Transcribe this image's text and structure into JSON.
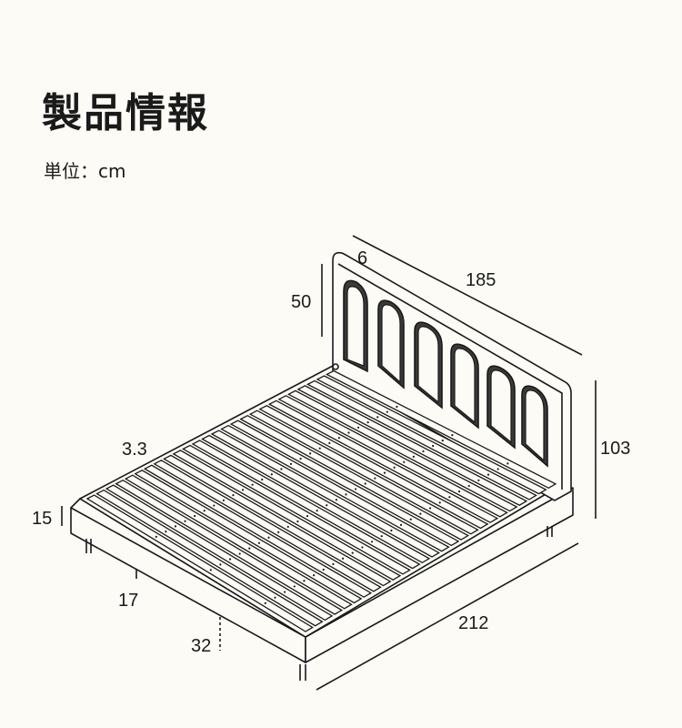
{
  "header": {
    "title": "製品情報",
    "unit_label": "単位：cm"
  },
  "dimensions": {
    "headboard_thickness": "6",
    "width": "185",
    "headboard_height": "50",
    "total_height": "103",
    "slat_thickness": "3.3",
    "frame_height": "15",
    "leg_height": "17",
    "under_clearance": "32",
    "length": "212"
  },
  "colors": {
    "background": "#fcfbf6",
    "line": "#1a1a1a",
    "fill_dark": "#3a3a38"
  }
}
